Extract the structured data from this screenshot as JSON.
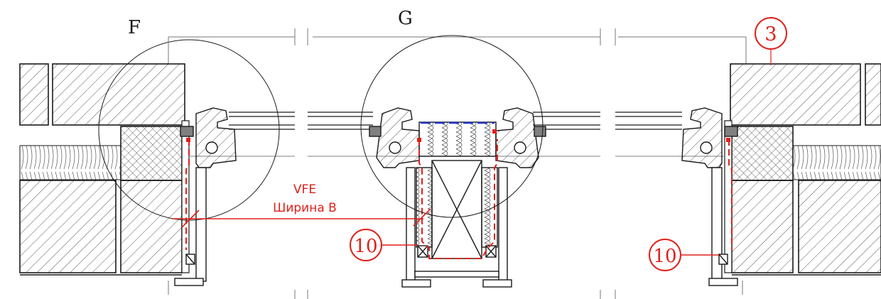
{
  "labels": {
    "detail_f": "F",
    "detail_g": "G",
    "ref_3": "3",
    "ref_10_center": "10",
    "ref_10_right": "10",
    "annotation_code": "VFE",
    "annotation_width": "Ширина B"
  },
  "colors": {
    "line": "#1a1a1a",
    "hatch": "#555555",
    "annotation": "#e0201a",
    "glass_edge": "#2233cc",
    "seal": "#808080"
  }
}
